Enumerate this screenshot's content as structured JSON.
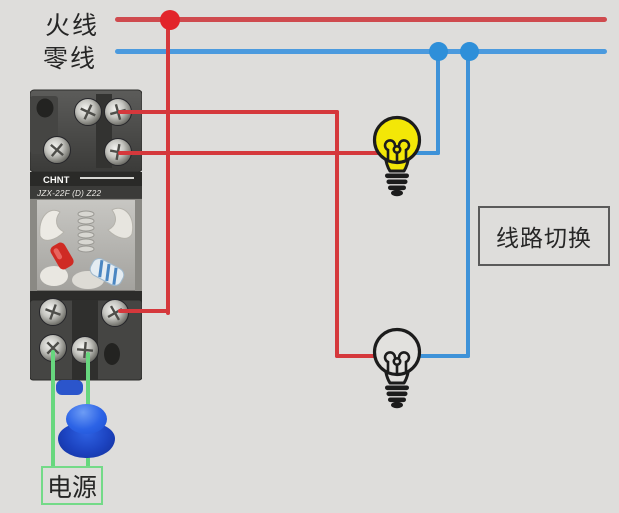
{
  "labels": {
    "live_wire": "火线",
    "neutral_wire": "零线",
    "line_switch": "线路切换",
    "power": "电源"
  },
  "relay": {
    "brand": "CHNT",
    "model": "JZX-22F (D) Z22"
  },
  "icons": {
    "bulb_on": "lightbulb-lit-icon",
    "bulb_off": "lightbulb-off-icon",
    "button": "blue-push-button"
  },
  "colors": {
    "background": "#dedddb",
    "live_bus": "#cf4a4e",
    "neutral_bus": "#4b9ade",
    "wire_red": "#d5383c",
    "wire_blue": "#3e92d8",
    "wire_green": "#67d77e",
    "junction_red": "#e2242a",
    "junction_blue": "#2e8fd9",
    "bulb_on": "#f3e707",
    "bulb_off": "#e2e1de",
    "outline": "#1c1c1c",
    "switch_box_border": "#5a5a5a",
    "power_box_border": "#74da88",
    "text": "#262626"
  }
}
